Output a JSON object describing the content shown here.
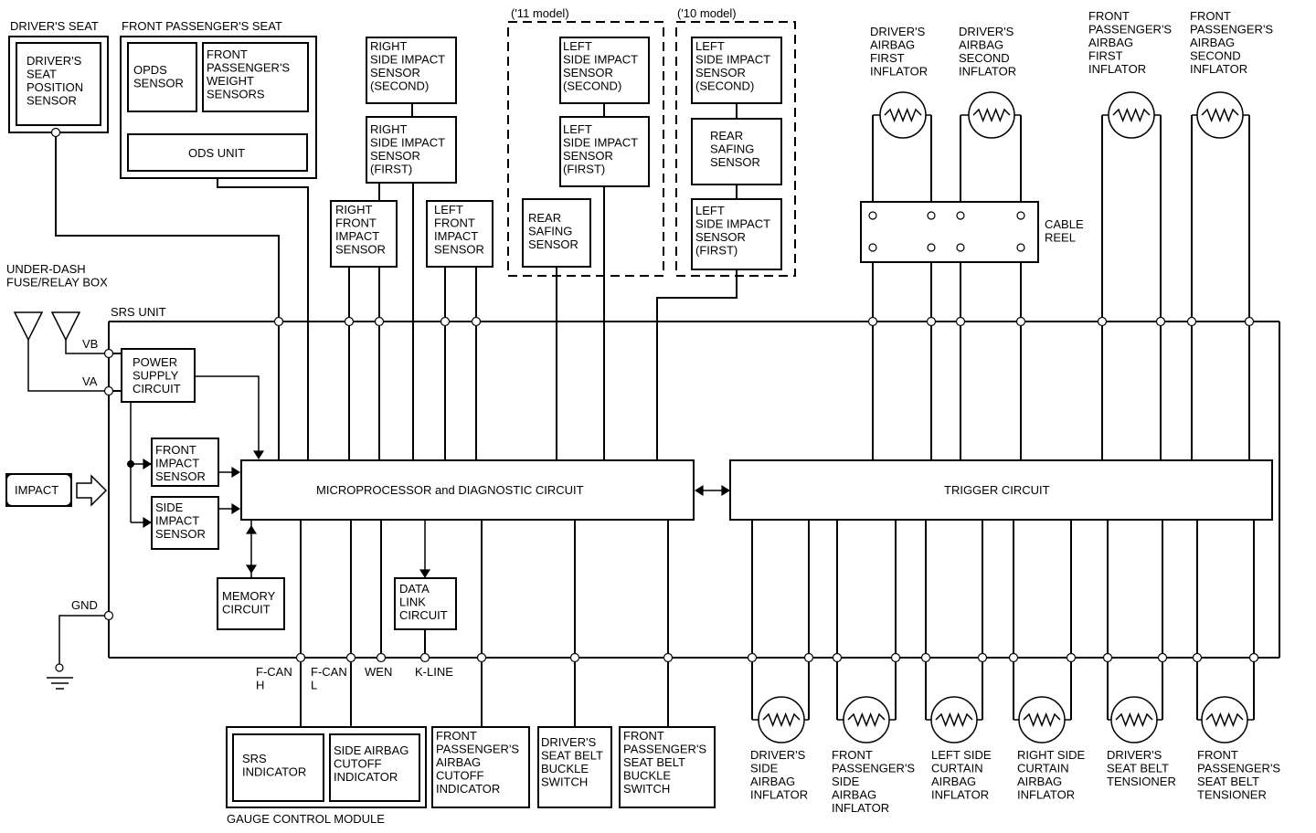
{
  "regions": {
    "drivers_seat": "DRIVER'S SEAT",
    "front_passenger_seat": "FRONT PASSENGER'S SEAT",
    "model_2011": "('11 model)",
    "model_2010": "('10 model)",
    "under_dash": [
      "UNDER-DASH",
      "FUSE/RELAY BOX"
    ],
    "srs_unit": "SRS UNIT",
    "gauge_control_module": "GAUGE CONTROL MODULE"
  },
  "components": {
    "drivers_seat_position_sensor": [
      "DRIVER'S",
      "SEAT",
      "POSITION",
      "SENSOR"
    ],
    "opds_sensor": [
      "OPDS",
      "SENSOR"
    ],
    "front_passenger_weight_sensors": [
      "FRONT",
      "PASSENGER'S",
      "WEIGHT",
      "SENSORS"
    ],
    "ods_unit": [
      "ODS UNIT"
    ],
    "right_side_impact_second": [
      "RIGHT",
      "SIDE IMPACT",
      "SENSOR",
      "(SECOND)"
    ],
    "right_side_impact_first": [
      "RIGHT",
      "SIDE IMPACT",
      "SENSOR",
      "(FIRST)"
    ],
    "right_front_impact": [
      "RIGHT",
      "FRONT",
      "IMPACT",
      "SENSOR"
    ],
    "left_front_impact": [
      "LEFT",
      "FRONT",
      "IMPACT",
      "SENSOR"
    ],
    "left_side_impact_second_11": [
      "LEFT",
      "SIDE IMPACT",
      "SENSOR",
      "(SECOND)"
    ],
    "left_side_impact_first_11": [
      "LEFT",
      "SIDE IMPACT",
      "SENSOR",
      "(FIRST)"
    ],
    "rear_safing_11": [
      "REAR",
      "SAFING",
      "SENSOR"
    ],
    "left_side_impact_second_10": [
      "LEFT",
      "SIDE IMPACT",
      "SENSOR",
      "(SECOND)"
    ],
    "rear_safing_10": [
      "REAR",
      "SAFING",
      "SENSOR"
    ],
    "left_side_impact_first_10": [
      "LEFT",
      "SIDE IMPACT",
      "SENSOR",
      "(FIRST)"
    ],
    "cable_reel": [
      "CABLE",
      "REEL"
    ],
    "power_supply": [
      "POWER",
      "SUPPLY",
      "CIRCUIT"
    ],
    "front_impact_sensor": [
      "FRONT",
      "IMPACT",
      "SENSOR"
    ],
    "side_impact_sensor": [
      "SIDE",
      "IMPACT",
      "SENSOR"
    ],
    "impact": [
      "IMPACT"
    ],
    "microprocessor": [
      "MICROPROCESSOR and DIAGNOSTIC CIRCUIT"
    ],
    "trigger_circuit": [
      "TRIGGER CIRCUIT"
    ],
    "memory_circuit": [
      "MEMORY",
      "CIRCUIT"
    ],
    "data_link_circuit": [
      "DATA",
      "LINK",
      "CIRCUIT"
    ],
    "srs_indicator": [
      "SRS",
      "INDICATOR"
    ],
    "side_airbag_cutoff_indicator": [
      "SIDE AIRBAG",
      "CUTOFF",
      "INDICATOR"
    ],
    "front_passenger_airbag_cutoff_indicator": [
      "FRONT",
      "PASSENGER'S",
      "AIRBAG",
      "CUTOFF",
      "INDICATOR"
    ],
    "drivers_seat_belt_buckle_switch": [
      "DRIVER'S",
      "SEAT BELT",
      "BUCKLE",
      "SWITCH"
    ],
    "front_passenger_seat_belt_buckle_switch": [
      "FRONT",
      "PASSENGER'S",
      "SEAT BELT",
      "BUCKLE",
      "SWITCH"
    ]
  },
  "top_inflators": [
    [
      "DRIVER'S",
      "AIRBAG",
      "FIRST",
      "INFLATOR"
    ],
    [
      "DRIVER'S",
      "AIRBAG",
      "SECOND",
      "INFLATOR"
    ],
    [
      "FRONT",
      "PASSENGER'S",
      "AIRBAG",
      "FIRST",
      "INFLATOR"
    ],
    [
      "FRONT",
      "PASSENGER'S",
      "AIRBAG",
      "SECOND",
      "INFLATOR"
    ]
  ],
  "bottom_inflators": [
    [
      "DRIVER'S",
      "SIDE",
      "AIRBAG",
      "INFLATOR"
    ],
    [
      "FRONT",
      "PASSENGER'S",
      "SIDE",
      "AIRBAG",
      "INFLATOR"
    ],
    [
      "LEFT SIDE",
      "CURTAIN",
      "AIRBAG",
      "INFLATOR"
    ],
    [
      "RIGHT SIDE",
      "CURTAIN",
      "AIRBAG",
      "INFLATOR"
    ],
    [
      "DRIVER'S",
      "SEAT BELT",
      "TENSIONER"
    ],
    [
      "FRONT",
      "PASSENGER'S",
      "SEAT BELT",
      "TENSIONER"
    ]
  ],
  "terminals": {
    "vb": "VB",
    "va": "VA",
    "gnd": "GND",
    "fcan_h": [
      "F-CAN",
      "H"
    ],
    "fcan_l": [
      "F-CAN",
      "L"
    ],
    "wen": "WEN",
    "kline": "K-LINE"
  }
}
